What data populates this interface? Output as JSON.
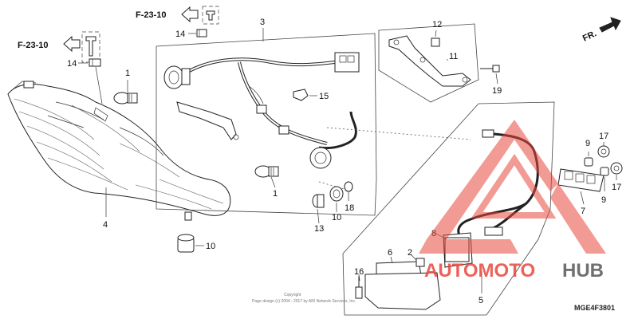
{
  "labels": {
    "l1a": "1",
    "l1b": "1",
    "l2": "2",
    "l3": "3",
    "l4": "4",
    "l6": "6",
    "l7": "7",
    "l8": "8",
    "l9a": "9",
    "l9b": "9",
    "l10a": "10",
    "l10b": "10",
    "l11": "11",
    "l12": "12",
    "l13": "13",
    "l14a": "14",
    "l14b": "14",
    "l15": "15",
    "l16": "16",
    "l17a": "17",
    "l17b": "17",
    "l18": "18",
    "l19": "19",
    "l5": "5"
  },
  "refs": {
    "ref_top": "F-23-10",
    "ref_left": "F-23-10"
  },
  "direction": {
    "label": "FR."
  },
  "diagram_code": "MGE4F3801",
  "copyright": {
    "line1": "Copyright",
    "line2": "Page design (c) 2004 - 2017 by ARI Network Services, Inc."
  },
  "watermark": {
    "part1": "AUTOMOTO",
    "part2": "HUB"
  },
  "colors": {
    "watermark_red": "#e8473c",
    "watermark_gray": "#707070",
    "line": "#222222"
  }
}
